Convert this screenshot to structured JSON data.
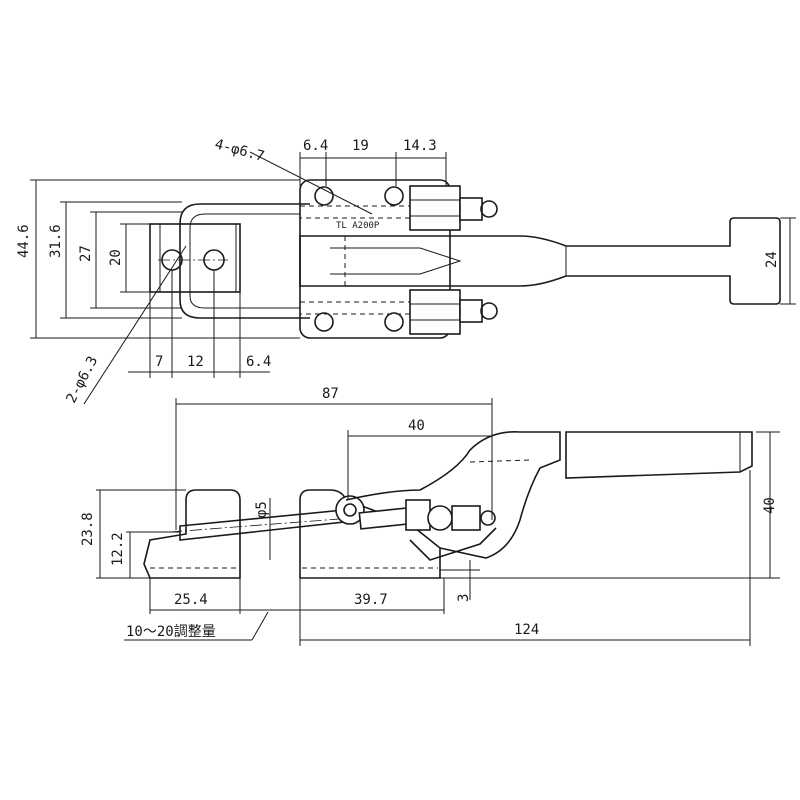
{
  "top_view": {
    "hole_note_4": "4-φ6.7",
    "hole_note_2": "2-φ6.3",
    "dim_6_4_top": "6.4",
    "dim_19": "19",
    "dim_14_3": "14.3",
    "dim_44_6": "44.6",
    "dim_31_6": "31.6",
    "dim_27": "27",
    "dim_20": "20",
    "dim_24": "24",
    "dim_7": "7",
    "dim_12": "12",
    "dim_6_4_bottom": "6.4"
  },
  "side_view": {
    "dim_87": "87",
    "dim_40_top": "40",
    "dim_40_right": "40",
    "dim_23_8": "23.8",
    "dim_12_2": "12.2",
    "dim_phi5": "φ5",
    "dim_25_4": "25.4",
    "dim_39_7": "39.7",
    "dim_3": "3",
    "dim_124": "124",
    "adjust_note": "10～20調整量"
  }
}
